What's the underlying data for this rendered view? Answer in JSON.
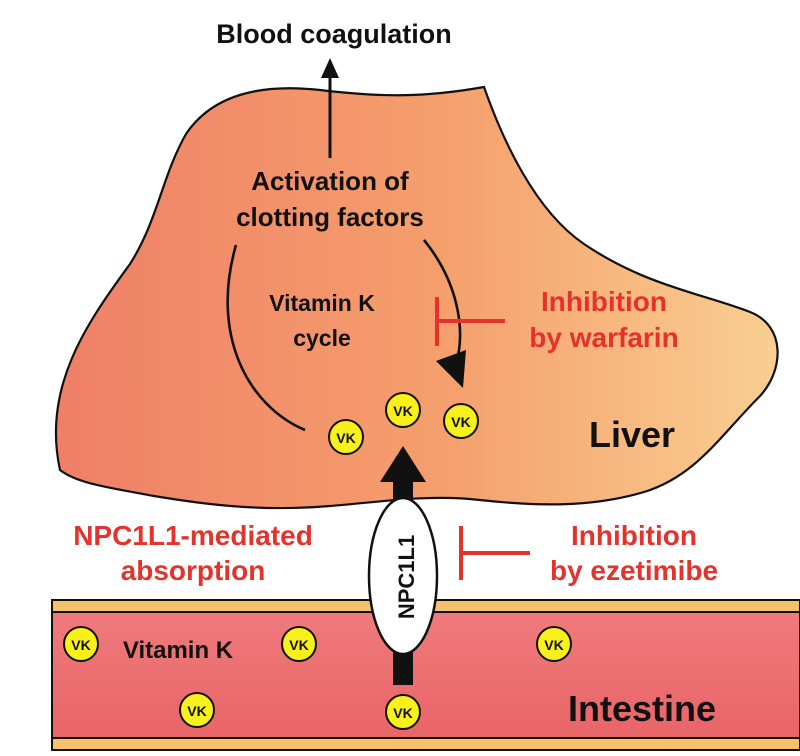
{
  "labels": {
    "blood_coagulation": "Blood coagulation",
    "activation_line1": "Activation of",
    "activation_line2": "clotting factors",
    "vk_cycle_line1": "Vitamin K",
    "vk_cycle_line2": "cycle",
    "inhibition_warfarin_line1": "Inhibition",
    "inhibition_warfarin_line2": "by warfarin",
    "liver": "Liver",
    "npc1l1_absorption_line1": "NPC1L1-mediated",
    "npc1l1_absorption_line2": "absorption",
    "transporter": "NPC1L1",
    "inhibition_ezetimibe_line1": "Inhibition",
    "inhibition_ezetimibe_line2": "by ezetimibe",
    "vitamin_k": "Vitamin K",
    "intestine": "Intestine",
    "vk": "VK"
  },
  "colors": {
    "liver_fill_left": "#ef7a63",
    "liver_fill_right": "#f9cc8e",
    "intestine_fill": "#ea6a6d",
    "intestine_border": "#f4c16d",
    "vk_fill": "#f8f01a",
    "inhibition_red": "#e2332d"
  }
}
